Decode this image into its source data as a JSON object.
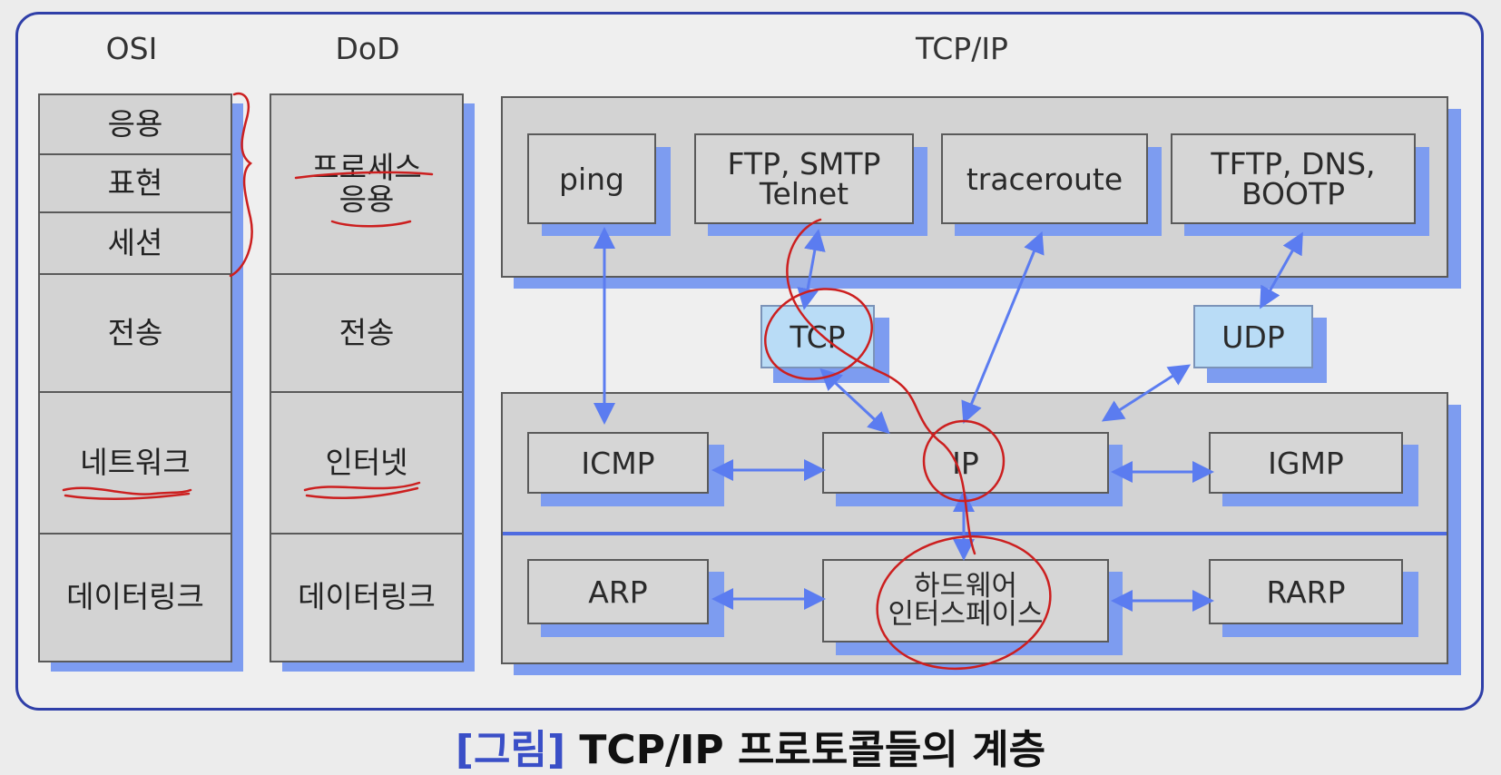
{
  "titles": {
    "osi": "OSI",
    "dod": "DoD",
    "tcpip": "TCP/IP"
  },
  "osi_layers": [
    "응용",
    "표현",
    "세션",
    "전송",
    "네트워크",
    "데이터링크"
  ],
  "dod_layers": [
    "프로세스\n응용",
    "전송",
    "인터넷",
    "데이터링크"
  ],
  "application_protocols": {
    "ping": "ping",
    "ftp": "FTP, SMTP\nTelnet",
    "traceroute": "traceroute",
    "tftp": "TFTP, DNS,\nBOOTP"
  },
  "transport_protocols": {
    "tcp": "TCP",
    "udp": "UDP"
  },
  "internet_protocols": {
    "icmp": "ICMP",
    "ip": "IP",
    "igmp": "IGMP"
  },
  "link_protocols": {
    "arp": "ARP",
    "hw": "하드웨어\n인터스페이스",
    "rarp": "RARP"
  },
  "caption": {
    "tag": "[그림]",
    "text": "TCP/IP 프로토콜들의 계층"
  },
  "colors": {
    "frame": "#2f3fa8",
    "arrow": "#5b7cf0",
    "shadow": "#7d9cf0",
    "annotation": "#cc1f1f",
    "light_box": "#b9dcf6"
  }
}
